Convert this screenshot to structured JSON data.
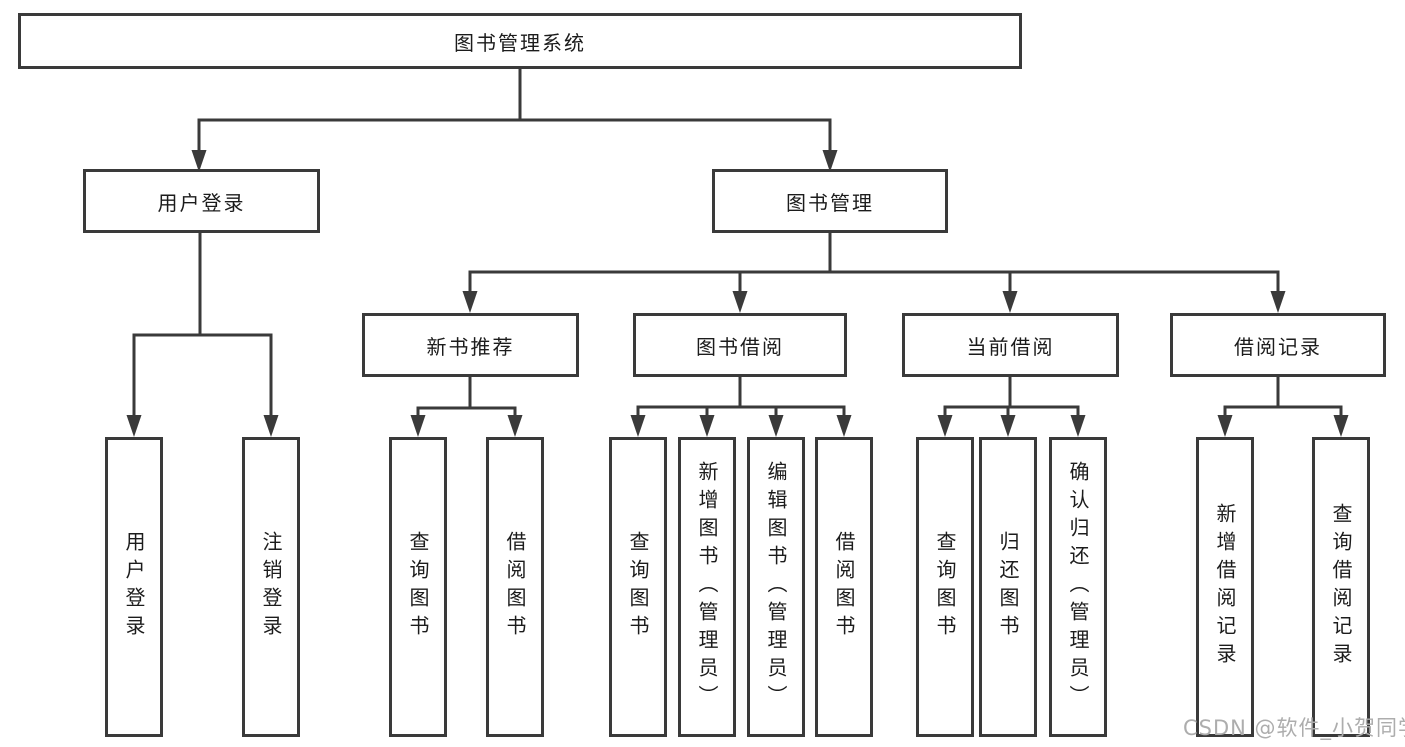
{
  "tree": {
    "root": "图书管理系统",
    "level2": [
      {
        "label": "用户登录",
        "leaves": [
          "用户登录",
          "注销登录"
        ]
      },
      {
        "label": "图书管理",
        "sections": [
          {
            "label": "新书推荐",
            "leaves": [
              "查询图书",
              "借阅图书"
            ]
          },
          {
            "label": "图书借阅",
            "leaves": [
              "查询图书",
              "新增图书（管理员）",
              "编辑图书（管理员）",
              "借阅图书"
            ]
          },
          {
            "label": "当前借阅",
            "leaves": [
              "查询图书",
              "归还图书",
              "确认归还（管理员）"
            ]
          },
          {
            "label": "借阅记录",
            "leaves": [
              "新增借阅记录",
              "查询借阅记录"
            ]
          }
        ]
      }
    ]
  },
  "watermark": {
    "text": "CSDN @软件_小贺同学"
  },
  "colors": {
    "line": "#3a3a3a",
    "text": "#1c1c1c",
    "background": "#ffffff",
    "watermark": "#adadad"
  }
}
